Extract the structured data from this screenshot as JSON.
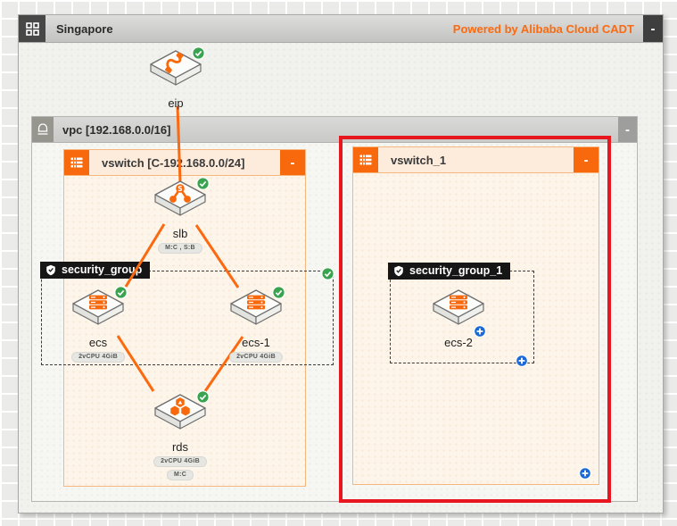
{
  "region": {
    "title": "Singapore",
    "powered_by": "Powered by Alibaba Cloud CADT",
    "collapse_label": "-"
  },
  "vpc": {
    "title": "vpc [192.168.0.0/16]",
    "collapse_label": "-"
  },
  "vswitches": {
    "vswitch": {
      "title": "vswitch [C-192.168.0.0/24]",
      "collapse_label": "-",
      "selected": false
    },
    "vswitch_1": {
      "title": "vswitch_1",
      "collapse_label": "-",
      "selected": true
    }
  },
  "security_groups": {
    "security_group": {
      "title": "security_group",
      "status": "ok"
    },
    "security_group_1": {
      "title": "security_group_1",
      "status": "add"
    }
  },
  "nodes": {
    "eip": {
      "label": "eip",
      "status": "ok"
    },
    "slb": {
      "label": "slb",
      "badge": "M:C , S:B",
      "status": "ok"
    },
    "ecs": {
      "label": "ecs",
      "badge": "2vCPU 4GiB",
      "status": "ok"
    },
    "ecs_1": {
      "label": "ecs-1",
      "badge": "2vCPU 4GiB",
      "status": "ok"
    },
    "ecs_2": {
      "label": "ecs-2",
      "status": "add"
    },
    "rds": {
      "label": "rds",
      "badge1": "2vCPU 4GiB",
      "badge2": "M:C",
      "status": "ok"
    }
  },
  "icons": {
    "region_icon": "grid-squares",
    "vpc_icon": "cloud-dome",
    "vswitch_icon": "switch-stack",
    "security_group_icon": "shield-check",
    "status_ok_icon": "green-check-circle",
    "status_add_icon": "blue-plus-circle"
  },
  "colors": {
    "accent_orange": "#f8690d",
    "selection_red": "#e8161e",
    "status_green": "#3aa34f",
    "status_blue": "#1a69d6",
    "label_black": "#161616"
  }
}
